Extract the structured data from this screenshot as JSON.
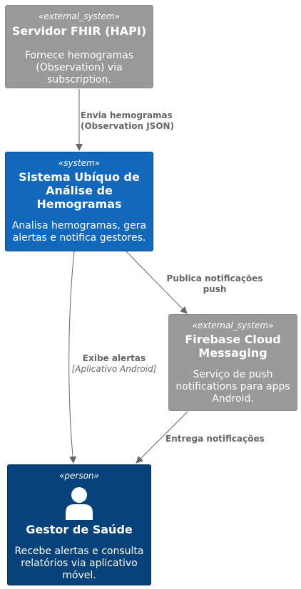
{
  "nodes": {
    "fhir": {
      "stereotype": "«external_system»",
      "title": "Servidor FHIR (HAPI)",
      "description_lines": [
        "Fornece hemogramas",
        "(Observation) via",
        "subscription."
      ]
    },
    "system": {
      "stereotype": "«system»",
      "title_lines": [
        "Sistema Ubíquo de",
        "Análise de",
        "Hemogramas"
      ],
      "description_lines": [
        "Analisa hemogramas, gera",
        "alertas e notifica gestores."
      ]
    },
    "fcm": {
      "stereotype": "«external_system»",
      "title_lines": [
        "Firebase Cloud",
        "Messaging"
      ],
      "description_lines": [
        "Serviço de push",
        "notifications para apps",
        "Android."
      ]
    },
    "person": {
      "stereotype": "«person»",
      "icon": "person-icon",
      "title": "Gestor de Saúde",
      "description_lines": [
        "Recebe alertas e consulta",
        "relatórios via aplicativo",
        "móvel."
      ]
    }
  },
  "edges": {
    "fhir_to_system": {
      "lines": [
        "Envia hemogramas",
        "(Observation JSON)"
      ]
    },
    "system_to_fcm": {
      "lines": [
        "Publica notificações",
        "push"
      ]
    },
    "system_to_person": {
      "label": "Exibe alertas",
      "technology": "[Aplicativo Android]"
    },
    "fcm_to_person": {
      "label": "Entrega notificações"
    }
  },
  "colors": {
    "external_system": "#999999",
    "system": "#1168bd",
    "person": "#08427b",
    "edge": "#666666"
  }
}
